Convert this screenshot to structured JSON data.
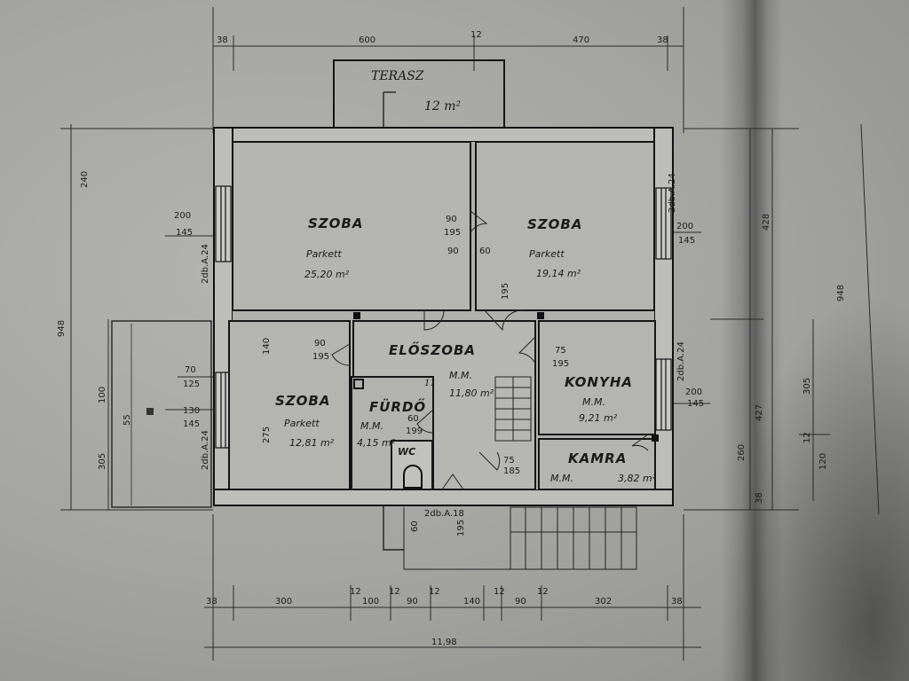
{
  "rooms": {
    "terasz": {
      "name": "TERASZ",
      "area": "12 m²"
    },
    "szoba1": {
      "name": "SZOBA",
      "floor": "Parkett",
      "area": "25,20 m²"
    },
    "szoba2": {
      "name": "SZOBA",
      "floor": "Parkett",
      "area": "19,14 m²"
    },
    "szoba3": {
      "name": "SZOBA",
      "floor": "Parkett",
      "area": "12,81 m²"
    },
    "eloszoba": {
      "name": "ELŐSZOBA",
      "floor": "M.M.",
      "area": "11,80 m²"
    },
    "furdo": {
      "name": "FÜRDŐ",
      "floor": "M.M.",
      "area": "4,15 m²"
    },
    "konyha": {
      "name": "KONYHA",
      "floor": "M.M.",
      "area": "9,21 m²"
    },
    "kamra": {
      "name": "KAMRA",
      "floor": "M.M.",
      "area": "3,82 m²"
    },
    "wc": {
      "name": "WC"
    }
  },
  "dims": {
    "top_38a": "38",
    "top_600": "600",
    "top_12": "12",
    "top_470": "470",
    "top_38b": "38",
    "bot_38a": "38",
    "bot_300": "300",
    "bot_12a": "12",
    "bot_100": "100",
    "bot_12b": "12",
    "bot_90a": "90",
    "bot_12c": "12",
    "bot_140": "140",
    "bot_12d": "12",
    "bot_90b": "90",
    "bot_12e": "12",
    "bot_302": "302",
    "bot_38b": "38",
    "bot_total": "11,98",
    "left_240": "240",
    "left_948": "948",
    "left_55": "55",
    "left_100": "100",
    "left_305": "305",
    "right_948": "948",
    "right_428": "428",
    "right_427": "427",
    "right_260": "260",
    "right_305": "305",
    "right_12": "12",
    "right_120": "120",
    "right_38": "38",
    "win_200a": "200",
    "win_145a": "145",
    "win_200b": "200",
    "win_145b": "145",
    "win_200c": "200",
    "win_145c": "145",
    "win_70": "70",
    "win_125": "125",
    "win_130": "130",
    "win_145d": "145",
    "door_90a": "90",
    "door_195a": "195",
    "door_90b": "90",
    "door_60": "60",
    "door_195b": "195",
    "door_90c": "90",
    "door_195c": "195",
    "door_75": "75",
    "door_195d": "195",
    "door_60b": "60",
    "door_199": "199",
    "door_60c": "60",
    "door_195e": "195",
    "door_75b": "75",
    "door_185": "185",
    "rad_a": "2db.A.24",
    "rad_b": "2db.A.24",
    "rad_c": "2db.A.24",
    "rad_d": "2db.A.24",
    "rad_e": "2db.A.18",
    "szoba_140": "140",
    "szoba_275": "275"
  }
}
